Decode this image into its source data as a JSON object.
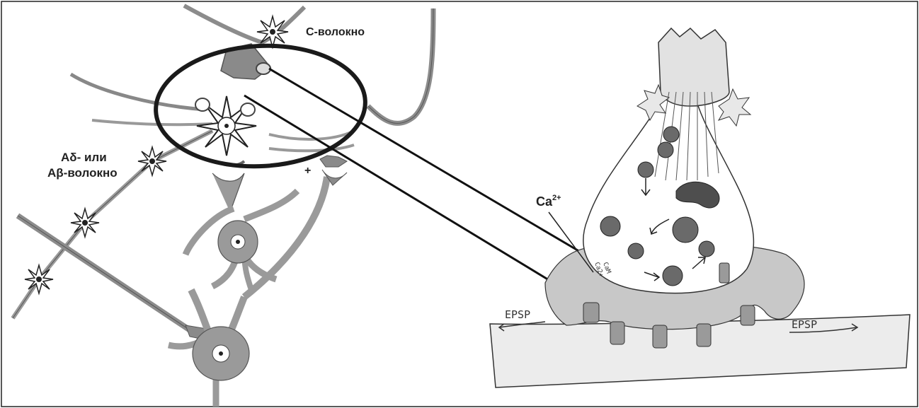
{
  "labels": {
    "c_fiber": "С-волокно",
    "a_fiber_line1": "Аδ- или",
    "a_fiber_line2": "Аβ-волокно",
    "ca_base": "Ca",
    "ca_sup": "2+",
    "plus_sign": "+",
    "epsp_left": "EPSP",
    "epsp_right": "EPSP",
    "vesicle_note_1": "Ca2+",
    "vesicle_note_2": "CaM"
  },
  "colors": {
    "frame": "#222222",
    "neuron_fill": "#9a9a9a",
    "neuron_stroke": "#555555",
    "ink": "#1a1a1a",
    "pencil_fill": "#cfcfcf"
  }
}
